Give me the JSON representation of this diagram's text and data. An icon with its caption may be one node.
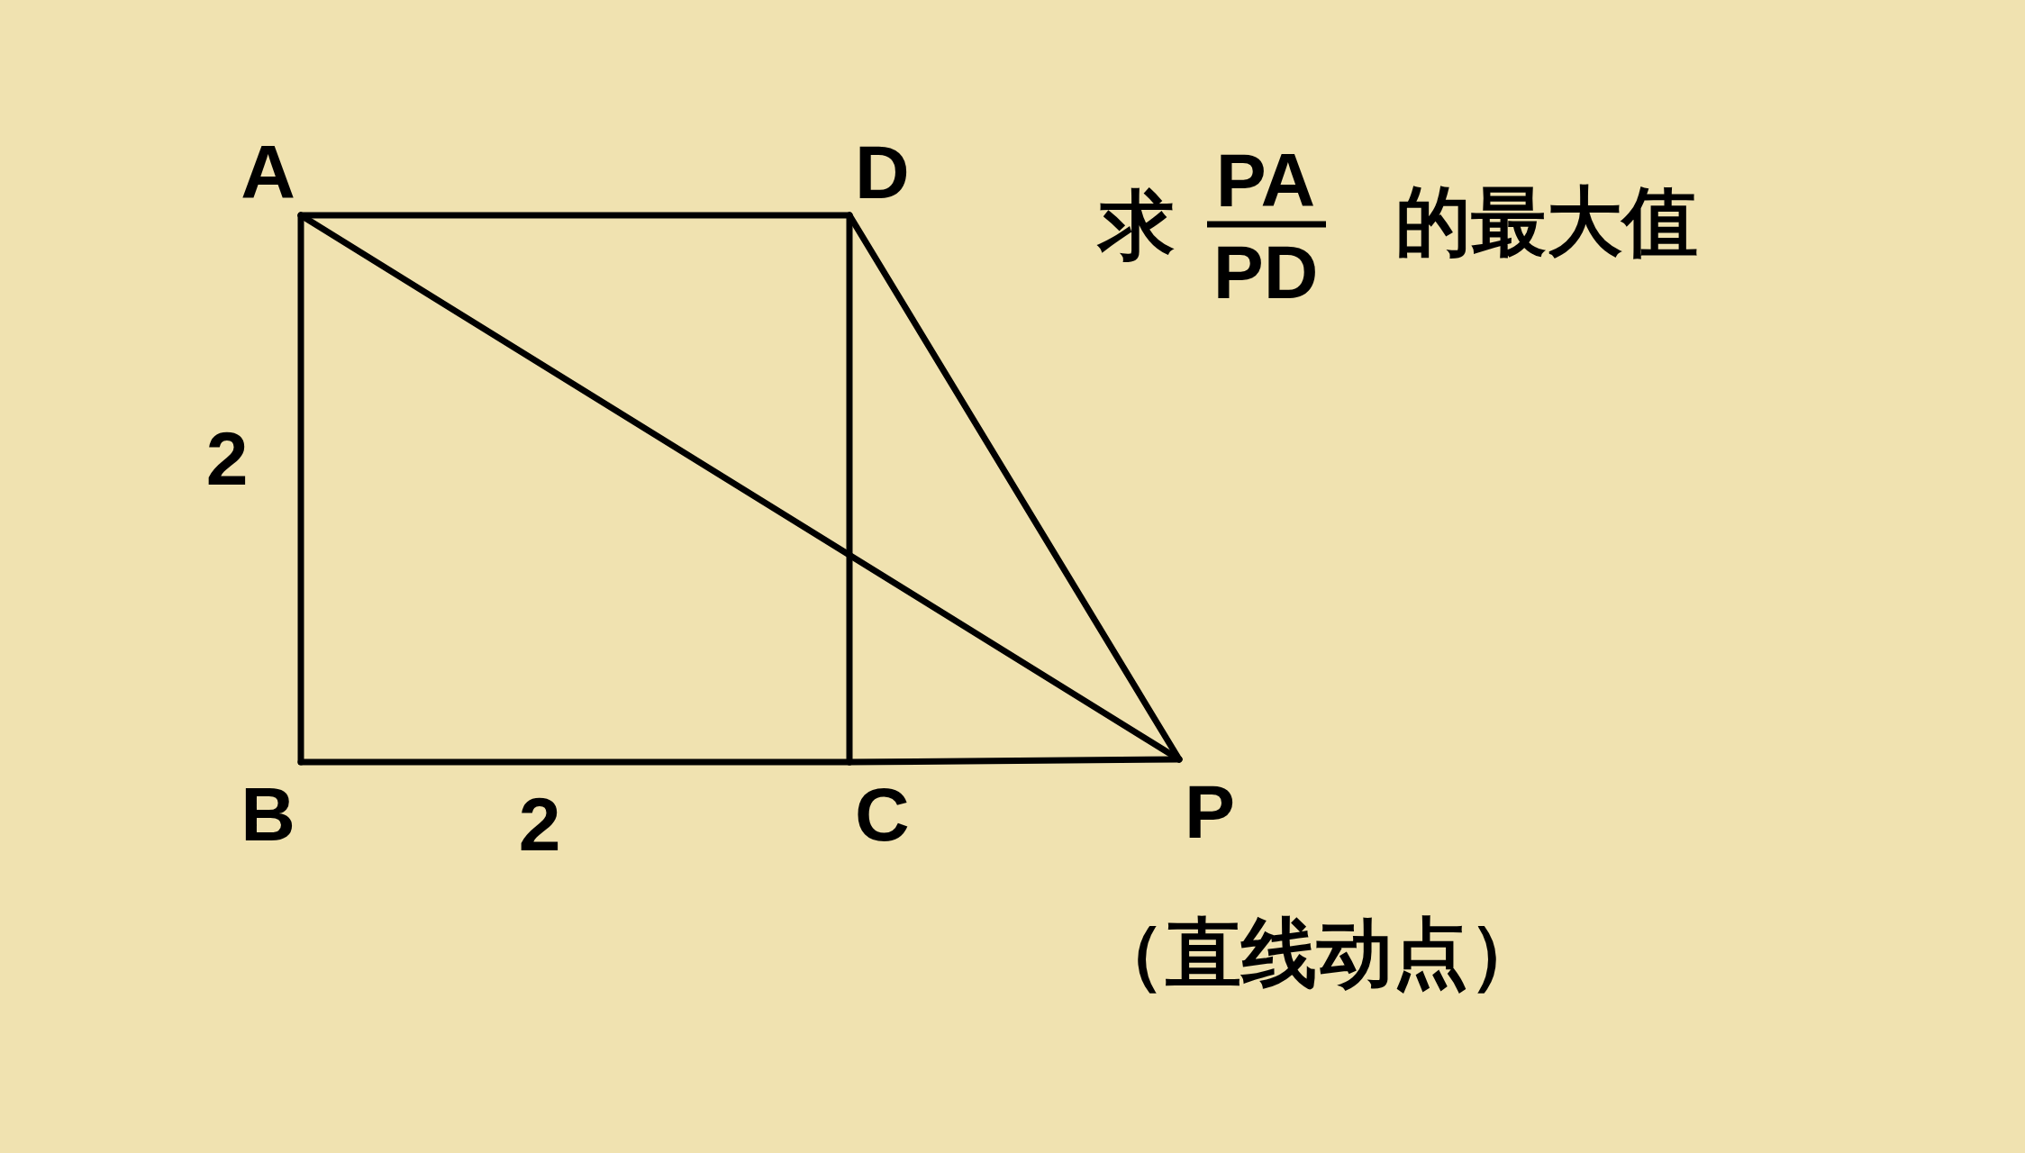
{
  "diagram": {
    "nodes": [
      {
        "text": [
          "A"
        ]
      },
      {
        "text": [
          "D"
        ]
      },
      {
        "text": [
          "B"
        ]
      },
      {
        "text": [
          "C"
        ]
      },
      {
        "text": [
          "P"
        ]
      }
    ],
    "edges": [
      {
        "from": 0,
        "to": 1,
        "arrow": "none"
      },
      {
        "from": 0,
        "to": 2,
        "arrow": "none"
      },
      {
        "from": 1,
        "to": 3,
        "arrow": "none"
      },
      {
        "from": 0,
        "to": 4,
        "arrow": "none"
      },
      {
        "from": 1,
        "to": 4,
        "arrow": "none"
      },
      {
        "from": 2,
        "to": 3,
        "arrow": "none"
      },
      {
        "from": 3,
        "to": 4,
        "arrow": "none"
      }
    ],
    "labels": [
      "求",
      "PA",
      "PD",
      "的最大值",
      "2",
      "2",
      "（直线动点）"
    ]
  }
}
